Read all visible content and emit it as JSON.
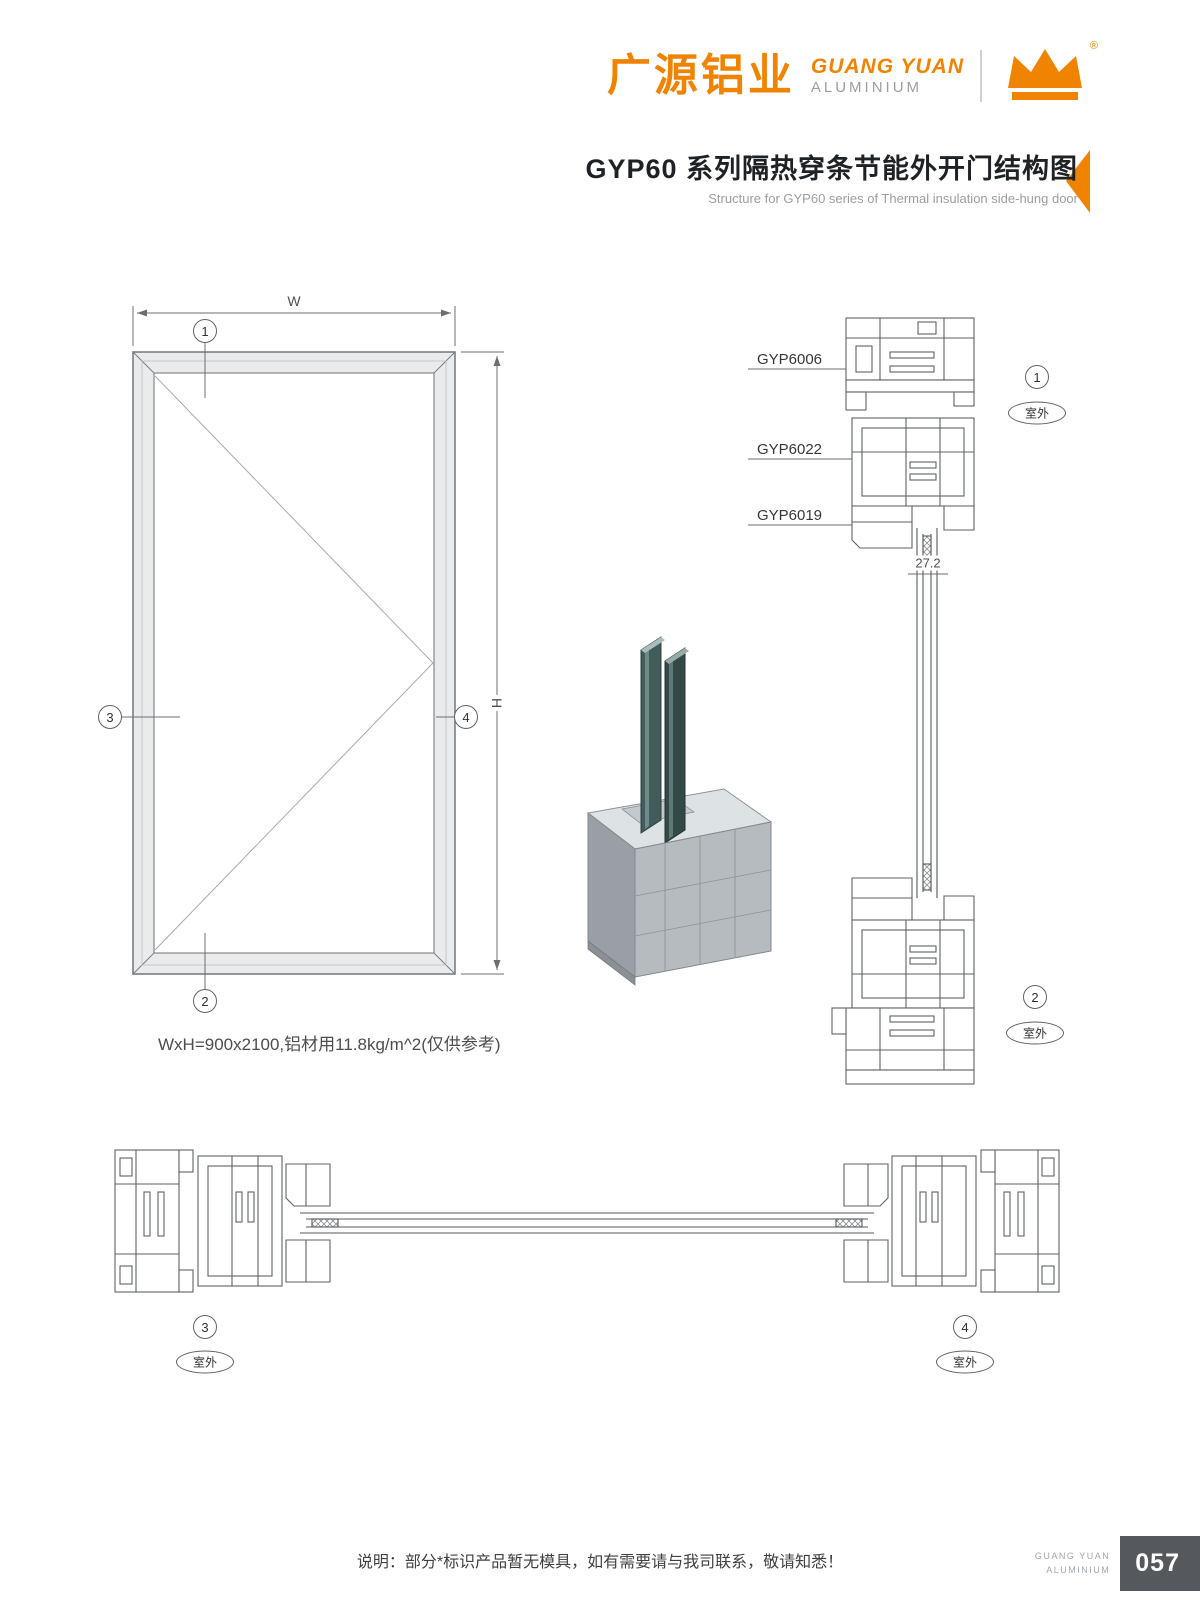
{
  "colors": {
    "accent": "#F08300",
    "line": "#5f6366",
    "page_block": "#55595d"
  },
  "header": {
    "brand_cn": "广源铝业",
    "brand_en": "GUANG YUAN",
    "brand_en_sub": "ALUMINIUM",
    "registered": "®"
  },
  "title": {
    "cn": "GYP60 系列隔热穿条节能外开门结构图",
    "en": "Structure for GYP60 series of Thermal insulation side-hung door"
  },
  "elevation": {
    "w_label": "W",
    "h_label": "H",
    "spec": "WxH=900x2100,铝材用11.8kg/m^2(仅供参考)"
  },
  "callouts": {
    "c1": "1",
    "c2": "2",
    "c3": "3",
    "c4": "4"
  },
  "outdoor_label": "室外",
  "section_labels": [
    "GYP6006",
    "GYP6022",
    "GYP6019"
  ],
  "dims": {
    "glass": "27.2"
  },
  "footer": {
    "note": "说明：部分*标识产品暂无模具，如有需要请与我司联系，敬请知悉！",
    "brand_en": "GUANG YUAN",
    "brand_en_sub": "ALUMINIUM",
    "page": "057"
  }
}
